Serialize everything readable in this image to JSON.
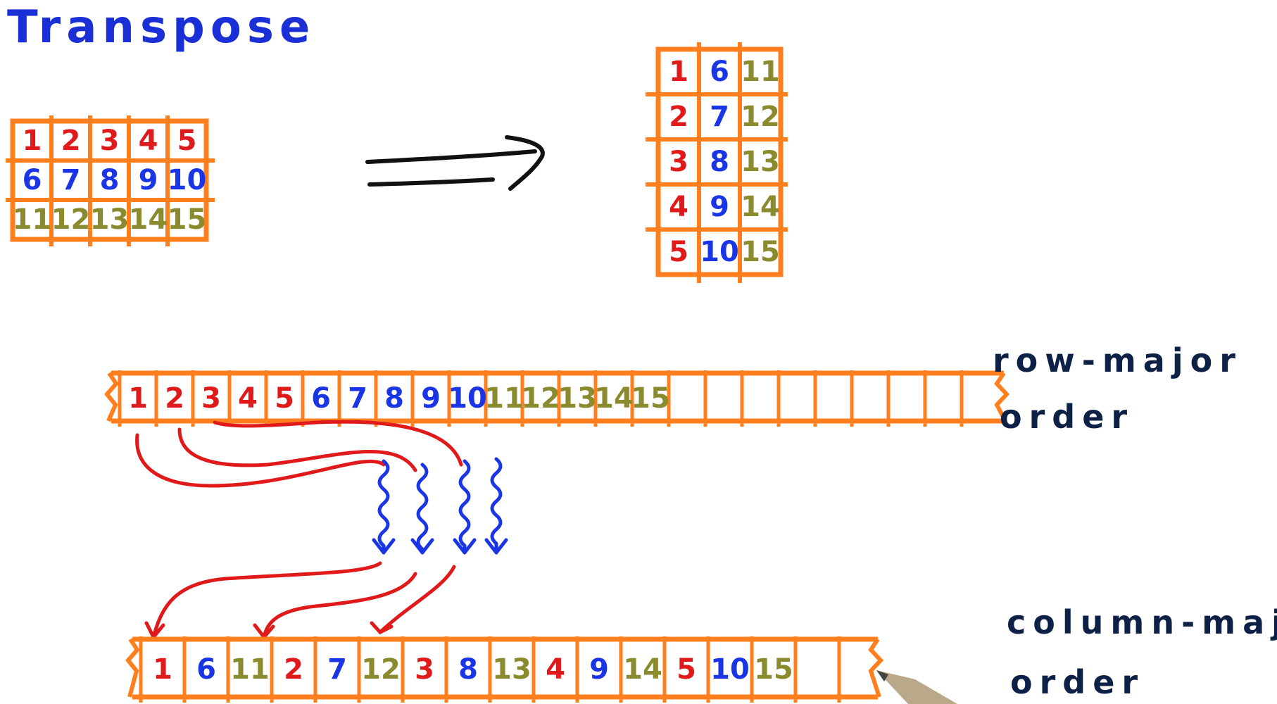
{
  "title": "Transpose",
  "labels": {
    "row_major": [
      "row-major",
      "order"
    ],
    "column_major": [
      "column-major",
      "order"
    ]
  },
  "colors": {
    "grid": "#ff7f1e",
    "red": "#e01a1a",
    "blue": "#1a35e6",
    "olive": "#8a8a2e",
    "arrow": "#111111",
    "title": "#1a2fd6",
    "label": "#0d2147"
  },
  "matrix": {
    "rows": [
      [
        "1",
        "2",
        "3",
        "4",
        "5"
      ],
      [
        "6",
        "7",
        "8",
        "9",
        "10"
      ],
      [
        "11",
        "12",
        "13",
        "14",
        "15"
      ]
    ],
    "row_colors": [
      "red",
      "blue",
      "olive"
    ]
  },
  "transposed": {
    "rows": [
      [
        "1",
        "6",
        "11"
      ],
      [
        "2",
        "7",
        "12"
      ],
      [
        "3",
        "8",
        "13"
      ],
      [
        "4",
        "9",
        "14"
      ],
      [
        "5",
        "10",
        "15"
      ]
    ],
    "col_colors": [
      "red",
      "blue",
      "olive"
    ]
  },
  "row_major": [
    "1",
    "2",
    "3",
    "4",
    "5",
    "6",
    "7",
    "8",
    "9",
    "10",
    "11",
    "12",
    "13",
    "14",
    "15"
  ],
  "row_major_colors": [
    "red",
    "red",
    "red",
    "red",
    "red",
    "blue",
    "blue",
    "blue",
    "blue",
    "blue",
    "olive",
    "olive",
    "olive",
    "olive",
    "olive"
  ],
  "row_major_empty_cells": 8,
  "column_major": [
    "1",
    "6",
    "11",
    "2",
    "7",
    "12",
    "3",
    "8",
    "13",
    "4",
    "9",
    "14",
    "5",
    "10",
    "15"
  ],
  "column_major_colors": [
    "red",
    "blue",
    "olive",
    "red",
    "blue",
    "olive",
    "red",
    "blue",
    "olive",
    "red",
    "blue",
    "olive",
    "red",
    "blue",
    "olive"
  ],
  "column_major_empty_cells": 1
}
